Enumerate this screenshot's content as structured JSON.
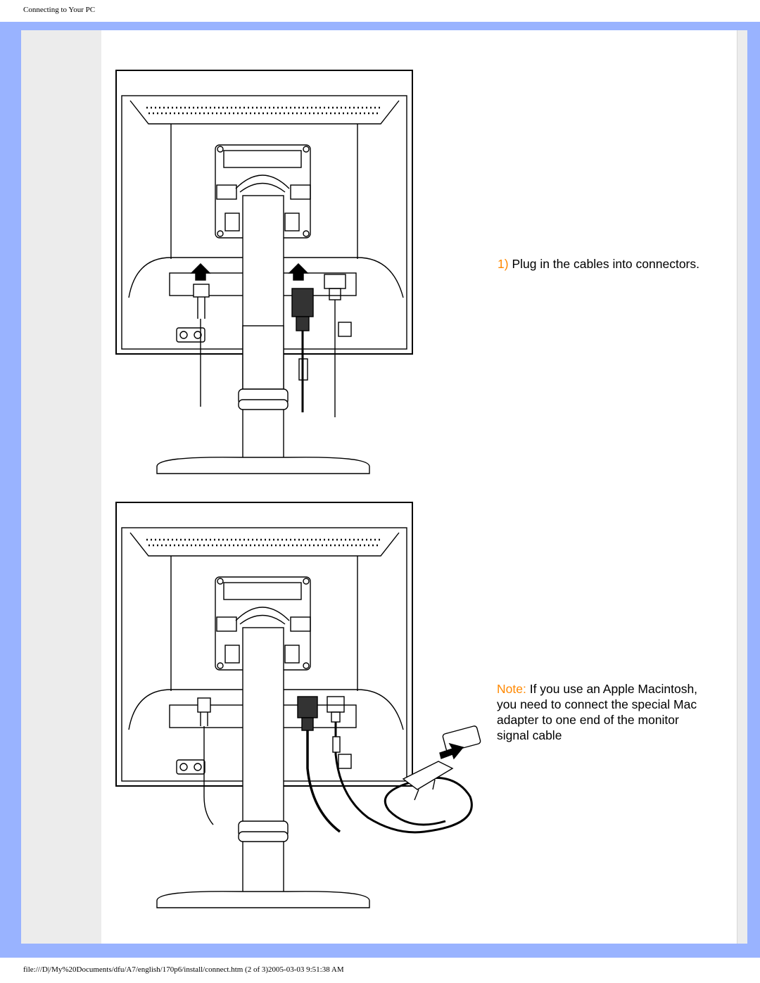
{
  "header": {
    "title": "Connecting to Your PC"
  },
  "step1": {
    "number": "1)",
    "text": "Plug in the cables into connectors."
  },
  "note": {
    "label": "Note:",
    "lines": [
      "If you use an Apple Macintosh,",
      "you need to connect the special Mac",
      "adapter to one end of the monitor",
      "signal cable"
    ]
  },
  "footer": {
    "path": "file:///D|/My%20Documents/dfu/A7/english/170p6/install/connect.htm (2 of 3)2005-03-03 9:51:38 AM"
  },
  "colors": {
    "frame": "#99b3ff",
    "accent": "#ff8800"
  }
}
